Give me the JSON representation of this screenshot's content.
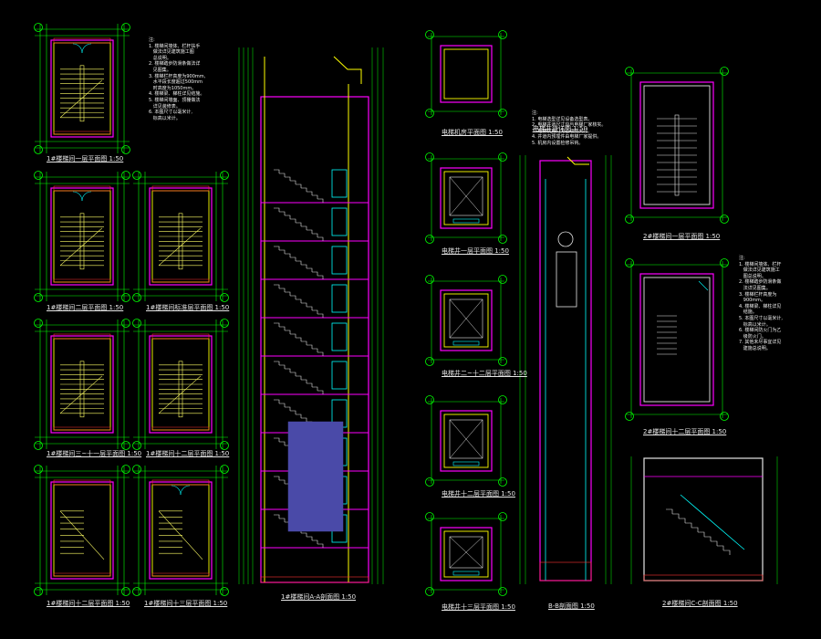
{
  "colors": {
    "background": "#000000",
    "grid": "#00ff00",
    "wall": "#ffff00",
    "structure": "#ff00ff",
    "window": "#00ffff",
    "stair": "#ffff66",
    "hatch": "#ff3333",
    "text": "#e6e6e6",
    "fill": "#4a4aa8"
  },
  "drawing_titles": [
    "1#楼梯间一层平面图 1:50",
    "1#楼梯间二层平面图 1:50",
    "1#楼梯间标准层平面图 1:50",
    "1#楼梯间三~十一层平面图 1:50",
    "1#楼梯间十二层平面图 1:50",
    "1#楼梯间十二层平面图 1:50",
    "1#楼梯间十三层平面图 1:50",
    "1#楼梯间A-A剖面图 1:50",
    "电梯机房平面图 1:50",
    "电梯井道详图 1:50",
    "电梯井一层平面图 1:50",
    "电梯井二~十二层平面图 1:50",
    "电梯井十二层平面图 1:50",
    "电梯井十三层平面图 1:50",
    "B-B剖面图 1:50",
    "2#楼梯间一层平面图 1:50",
    "2#楼梯间十二层平面图 1:50",
    "2#楼梯间C-C剖面图 1:50"
  ],
  "notes_left": "注:\n1. 楼梯间墙体、栏杆扶手\n   做法详见建筑施工图\n   总说明。\n2. 楼梯踏步防滑条做法详\n   见图集。\n3. 楼梯栏杆高度为900mm,\n   水平段长度超过500mm\n   时高度为1050mm。\n4. 楼梯梁、梯柱详见结施。\n5. 楼梯间墙面、顶棚做法\n   详见装修表。\n6. 本图尺寸以毫米计,\n   标高以米计。",
  "notes_mid": "注:\n1. 电梯选型详见设备选型表。\n2. 电梯井道尺寸应与电梯厂家核实。\n3. 电梯机房门为乙级防火门。\n4. 井道内预埋件由电梯厂家提供。\n5. 机房内设置检修吊钩。",
  "notes_right": "注:\n1. 楼梯间墙体、栏杆\n   做法详见建筑施工\n   图总说明。\n2. 楼梯踏步防滑条做\n   法详见图集。\n3. 楼梯栏杆高度为\n   900mm。\n4. 楼梯梁、梯柱详见\n   结施。\n5. 本图尺寸以毫米计,\n   标高以米计。\n6. 楼梯间防火门为乙\n   级防火门。\n7. 其他未尽事宜详见\n   建施总说明。"
}
